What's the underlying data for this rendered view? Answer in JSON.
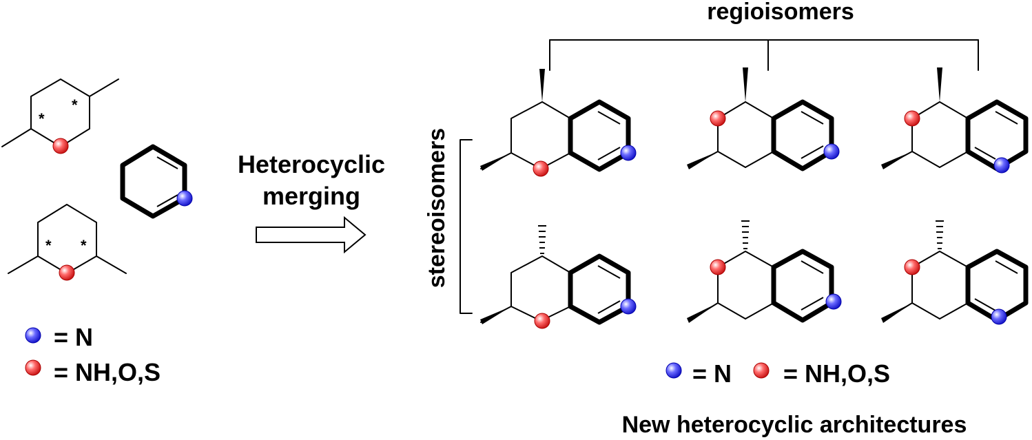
{
  "labels": {
    "regioisomers": "regioisomers",
    "stereoisomers": "stereoisomers",
    "arrow_line1": "Heterocyclic",
    "arrow_line2": "merging",
    "legend_n": "= N",
    "legend_x": "= NH,O,S",
    "right_legend_n": "= N",
    "right_legend_x": "= NH,O,S",
    "footer": "New heterocyclic architectures",
    "stereocenter_mark": "*"
  },
  "colors": {
    "heteroatom_n": "#3a3aff",
    "heteroatom_x": "#ff3a3a",
    "bond": "#000000"
  }
}
